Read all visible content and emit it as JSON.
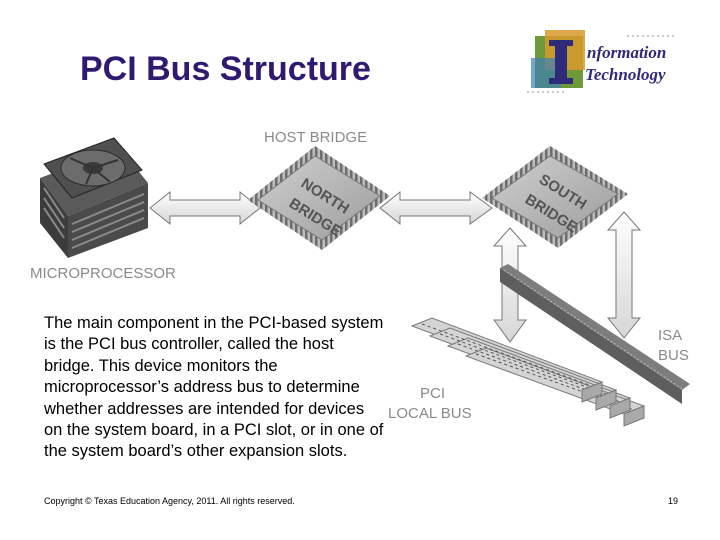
{
  "slide": {
    "title": "PCI Bus Structure",
    "body": "The main component in the PCI-based system is the PCI bus controller, called the host bridge. This device monitors the microprocessor’s address bus to determine whether addresses are intended for devices on the system board, in a PCI slot, or in one of the system board’s other expansion slots.",
    "footer": "Copyright © Texas Education Agency, 2011. All rights reserved.",
    "page_number": "19"
  },
  "logo": {
    "line1": "nformation",
    "line2": "Technology",
    "letter": "I"
  },
  "diagram": {
    "host_bridge": "HOST BRIDGE",
    "north_line1": "NORTH",
    "north_line2": "BRIDGE",
    "south_line1": "SOUTH",
    "south_line2": "BRIDGE",
    "microprocessor": "MICROPROCESSOR",
    "isa_line1": "ISA",
    "isa_line2": "BUS",
    "pci_line1": "PCI",
    "pci_line2": "LOCAL BUS"
  }
}
